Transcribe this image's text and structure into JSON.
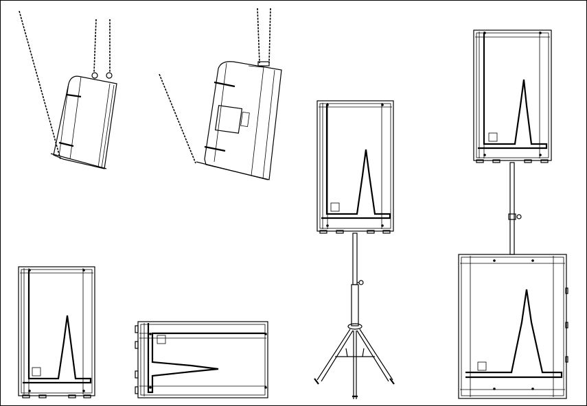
{
  "figure": {
    "panels": [
      {
        "name": "flown-tilted-side-view"
      },
      {
        "name": "flown-tilted-rear-view"
      },
      {
        "name": "speaker-on-tripod-stand"
      },
      {
        "name": "speaker-stacked-on-subwoofer"
      },
      {
        "name": "speaker-floor-upright"
      },
      {
        "name": "speaker-floor-monitor-horizontal"
      }
    ],
    "colors": {
      "line": "#000000",
      "background": "#ffffff"
    }
  }
}
